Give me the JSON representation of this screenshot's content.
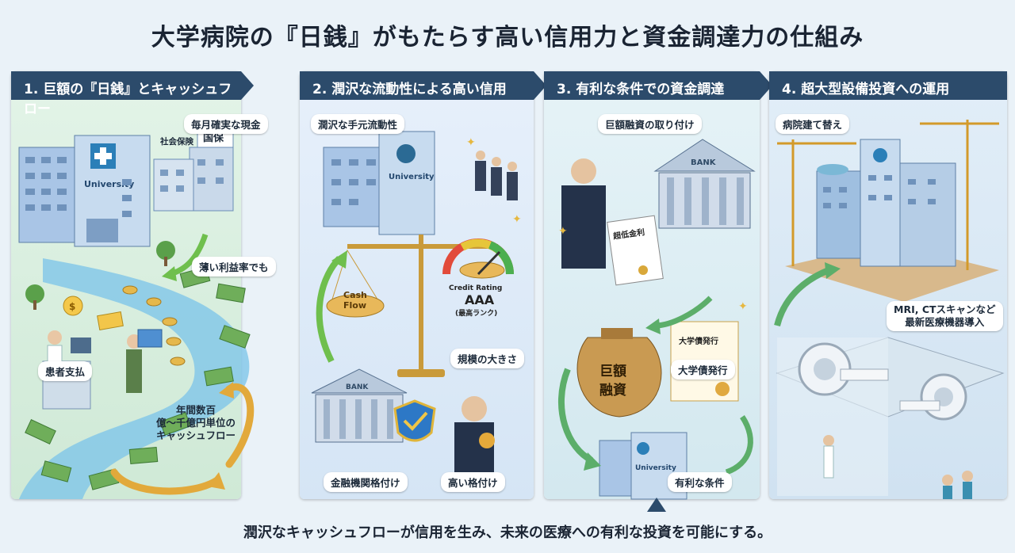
{
  "title": "大学病院の『日銭』がもたらす高い信用力と資金調達力の仕組み",
  "panels": [
    {
      "heading": "1. 巨額の『日銭』とキャッシュフロー",
      "labels": {
        "monthly_cash": "毎月確実な現金",
        "social_insurance": "社会保険",
        "national_insurance": "国保",
        "university": "University",
        "low_margin": "薄い利益率でも",
        "patient_payment": "患者支払",
        "annual_flow_line1": "年間数百",
        "annual_flow_line2": "億〜千億円単位の",
        "annual_flow_line3": "キャッシュフロー"
      }
    },
    {
      "heading": "2. 潤沢な流動性による高い信用",
      "labels": {
        "liquidity": "潤沢な手元流動性",
        "university": "University",
        "cash_flow_line1": "Cash",
        "cash_flow_line2": "Flow",
        "credit_rating": "Credit Rating",
        "rating_value": "AAA",
        "rating_note": "(最高ランク)",
        "scale": "規模の大きさ",
        "bank": "BANK",
        "financial_rating": "金融機関格付け",
        "high_rating": "高い格付け"
      }
    },
    {
      "heading": "3. 有利な条件での資金調達",
      "labels": {
        "large_loan": "巨額融資の取り付け",
        "bank": "BANK",
        "ultra_low_rate": "超低金利",
        "bag_line1": "巨額",
        "bag_line2": "融資",
        "bond_certificate": "大学債発行",
        "bond_issue": "大学債発行",
        "university": "University",
        "favorable_terms": "有利な条件"
      }
    },
    {
      "heading": "4. 超大型設備投資への運用",
      "labels": {
        "rebuild": "病院建て替え",
        "equipment_line1": "MRI, CTスキャンなど",
        "equipment_line2": "最新医療機器導入"
      }
    }
  ],
  "footer": "潤沢なキャッシュフローが信用を生み、未来の医療への有利な投資を可能にする。",
  "colors": {
    "header_bg": "#2c4b6b",
    "money_green": "#6fae5a",
    "gold": "#e2a93b",
    "building_blue": "#8fb3d9",
    "arrow_green": "#5cae6a"
  }
}
